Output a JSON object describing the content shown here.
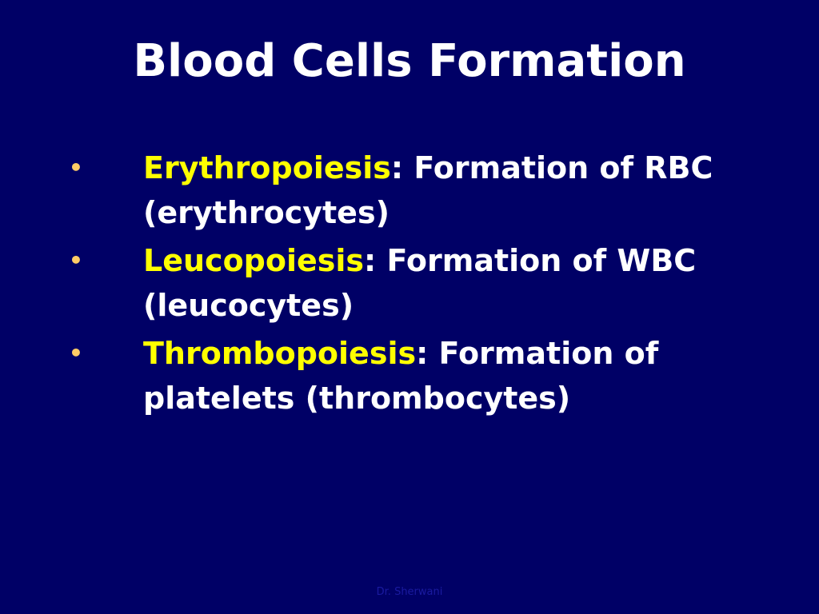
{
  "slide": {
    "title": "Blood Cells Formation",
    "bullet_symbol": "•",
    "bullets": [
      {
        "term": "Erythropoiesis",
        "separator": ":",
        "text": " Formation of RBC (erythrocytes)"
      },
      {
        "term": "Leucopoiesis",
        "separator": ":",
        "text": " Formation of WBC (leucocytes)"
      },
      {
        "term": "Thrombopoiesis",
        "separator": ":",
        "text": " Formation of platelets (thrombocytes)"
      }
    ],
    "footer": "Dr. Sherwani"
  },
  "colors": {
    "background": "#000066",
    "title": "#ffffff",
    "term": "#ffff00",
    "bullet_symbol": "#ffcc66",
    "body_text": "#ffffff",
    "footer": "#1a1aa0"
  }
}
